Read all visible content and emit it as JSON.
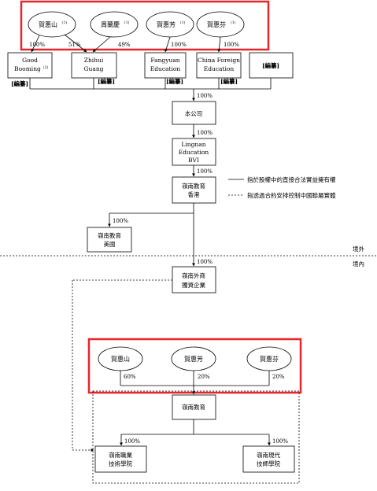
{
  "top_shareholders": [
    {
      "id": "he-huishan",
      "name": "賀惠山",
      "note": "(1)"
    },
    {
      "id": "zhou-lanqing",
      "name": "周蘭慶",
      "note": "(1)"
    },
    {
      "id": "he-huifang",
      "name": "賀惠芳",
      "note": "(1)"
    },
    {
      "id": "he-huifen",
      "name": "賀惠芬",
      "note": "(1)"
    }
  ],
  "holding_entities": [
    {
      "id": "good-booming",
      "lines": [
        "Good",
        "Booming"
      ],
      "note": "(2)",
      "tag": "[編纂]"
    },
    {
      "id": "zhihui-guang",
      "lines": [
        "Zhihui",
        "Guang"
      ],
      "tag": "[編纂]"
    },
    {
      "id": "fangyuan-education",
      "lines": [
        "Fangyuan",
        "Education"
      ],
      "tag": "[編纂]"
    },
    {
      "id": "china-foreign-education",
      "lines": [
        "China Foreign",
        "Education"
      ],
      "tag": "[編纂]"
    },
    {
      "id": "redacted-holder",
      "lines": [
        "[編纂]"
      ]
    }
  ],
  "top_percentages": {
    "he_huishan_good_booming": "100%",
    "zhou_zhihui": "51%",
    "he_zhihui": "49%",
    "he_huifang_fangyuan": "100%",
    "he_huifen_china_foreign": "100%"
  },
  "company": {
    "lines": [
      "本公司"
    ]
  },
  "lingnan_bvi": {
    "lines": [
      "Lingnan",
      "Education",
      "BVI"
    ]
  },
  "lingnan_hk": {
    "lines": [
      "嶺南教育",
      "香港"
    ]
  },
  "lingnan_us": {
    "lines": [
      "嶺南教育",
      "美國"
    ]
  },
  "wfoe": {
    "lines": [
      "嶺南外商",
      "獨資企業"
    ]
  },
  "chain_percentages": {
    "to_company": "100%",
    "to_bvi": "100%",
    "to_hk": "100%",
    "to_us": "100%",
    "to_wfoe": "100%"
  },
  "legend": {
    "solid": "指於股權中的直接合法實益擁有權",
    "dashed": "指透過合約安排控制中國聯屬實體"
  },
  "boundary": {
    "offshore": "境外",
    "onshore": "境內"
  },
  "prc_shareholders": [
    {
      "id": "prc-he-huishan",
      "name": "賀惠山",
      "pct": "60%"
    },
    {
      "id": "prc-he-huifang",
      "name": "賀惠芳",
      "pct": "20%"
    },
    {
      "id": "prc-he-huifen",
      "name": "賀惠芬",
      "pct": "20%"
    }
  ],
  "lingnan_education": {
    "lines": [
      "嶺南教育"
    ]
  },
  "schools": [
    {
      "id": "vocational-college",
      "lines": [
        "嶺南職業",
        "技術學院"
      ],
      "pct": "100%"
    },
    {
      "id": "modern-technician-college",
      "lines": [
        "嶺南現代",
        "技師學院"
      ],
      "pct": "100%"
    }
  ],
  "colors": {
    "highlight": "#e8262a",
    "line": "#000000"
  }
}
